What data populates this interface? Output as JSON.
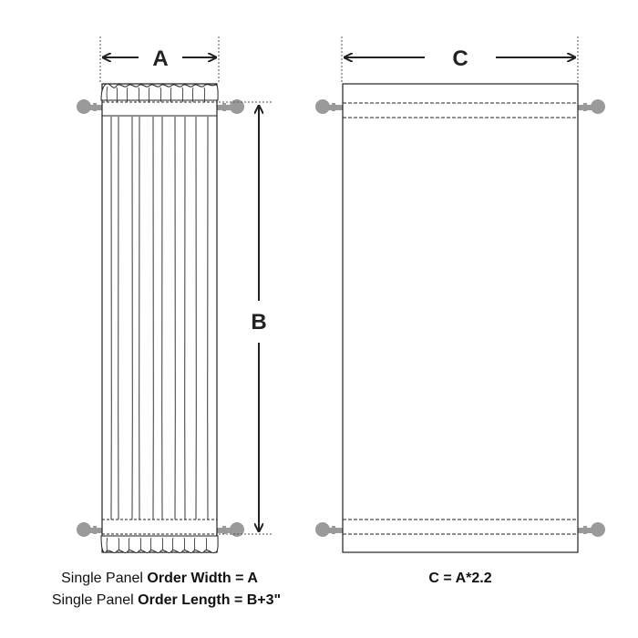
{
  "left_panel": {
    "width_letter": "A",
    "length_letter": "B"
  },
  "right_panel": {
    "width_letter": "C"
  },
  "captions": {
    "line1_prefix": "Single Panel ",
    "line1_bold": "Order Width = A",
    "line2_prefix": "Single Panel ",
    "line2_bold": "Order Length = B+3\"",
    "right_formula": "C = A*2.2"
  },
  "colors": {
    "line": "#222222",
    "rod": "#9a9a9a"
  }
}
